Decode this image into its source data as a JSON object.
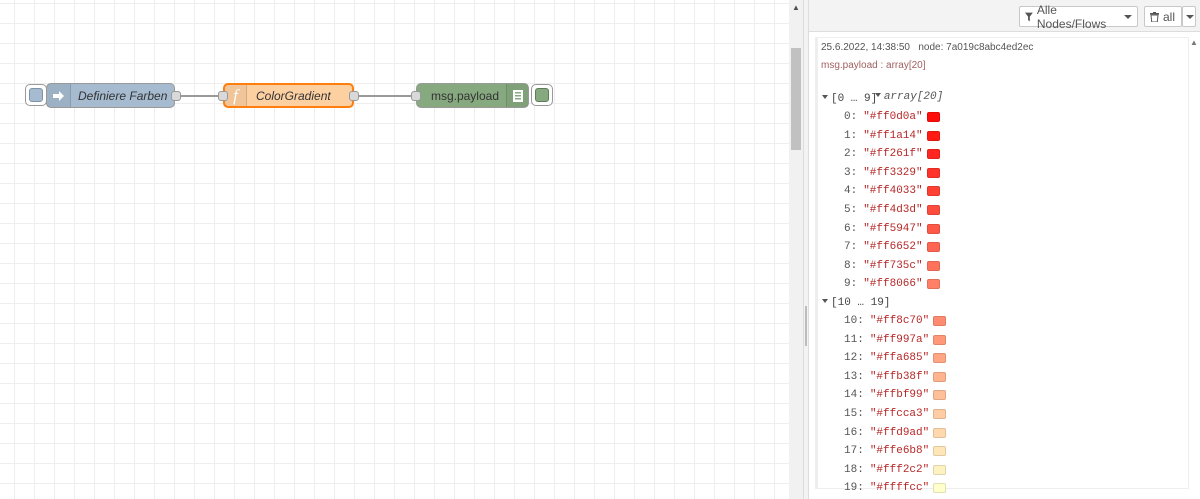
{
  "flow": {
    "nodes": [
      {
        "id": "inject",
        "label": "Definiere Farben",
        "color": "#a6bbcf"
      },
      {
        "id": "function",
        "label": "ColorGradient",
        "color": "#fdd0a2",
        "accent": "#ff7f0e"
      },
      {
        "id": "debug",
        "label": "msg.payload",
        "color": "#87a980"
      }
    ]
  },
  "sidebar": {
    "filter_label": "Alle Nodes/Flows",
    "clear_label": "all",
    "message": {
      "timestamp": "25.6.2022, 14:38:50",
      "node": "node: 7a019c8abc4ed2ec",
      "topic": "msg.payload : array[20]",
      "array_label": "array[20]",
      "groups": [
        {
          "label": "[0 … 9]",
          "items": [
            {
              "index": "0:",
              "value": "\"#ff0d0a\"",
              "color": "#ff0d0a"
            },
            {
              "index": "1:",
              "value": "\"#ff1a14\"",
              "color": "#ff1a14"
            },
            {
              "index": "2:",
              "value": "\"#ff261f\"",
              "color": "#ff261f"
            },
            {
              "index": "3:",
              "value": "\"#ff3329\"",
              "color": "#ff3329"
            },
            {
              "index": "4:",
              "value": "\"#ff4033\"",
              "color": "#ff4033"
            },
            {
              "index": "5:",
              "value": "\"#ff4d3d\"",
              "color": "#ff4d3d"
            },
            {
              "index": "6:",
              "value": "\"#ff5947\"",
              "color": "#ff5947"
            },
            {
              "index": "7:",
              "value": "\"#ff6652\"",
              "color": "#ff6652"
            },
            {
              "index": "8:",
              "value": "\"#ff735c\"",
              "color": "#ff735c"
            },
            {
              "index": "9:",
              "value": "\"#ff8066\"",
              "color": "#ff8066"
            }
          ]
        },
        {
          "label": "[10 … 19]",
          "items": [
            {
              "index": "10:",
              "value": "\"#ff8c70\"",
              "color": "#ff8c70"
            },
            {
              "index": "11:",
              "value": "\"#ff997a\"",
              "color": "#ff997a"
            },
            {
              "index": "12:",
              "value": "\"#ffa685\"",
              "color": "#ffa685"
            },
            {
              "index": "13:",
              "value": "\"#ffb38f\"",
              "color": "#ffb38f"
            },
            {
              "index": "14:",
              "value": "\"#ffbf99\"",
              "color": "#ffbf99"
            },
            {
              "index": "15:",
              "value": "\"#ffcca3\"",
              "color": "#ffcca3"
            },
            {
              "index": "16:",
              "value": "\"#ffd9ad\"",
              "color": "#ffd9ad"
            },
            {
              "index": "17:",
              "value": "\"#ffe6b8\"",
              "color": "#ffe6b8"
            },
            {
              "index": "18:",
              "value": "\"#fff2c2\"",
              "color": "#fff2c2"
            },
            {
              "index": "19:",
              "value": "\"#ffffcc\"",
              "color": "#ffffcc"
            }
          ]
        }
      ]
    }
  }
}
